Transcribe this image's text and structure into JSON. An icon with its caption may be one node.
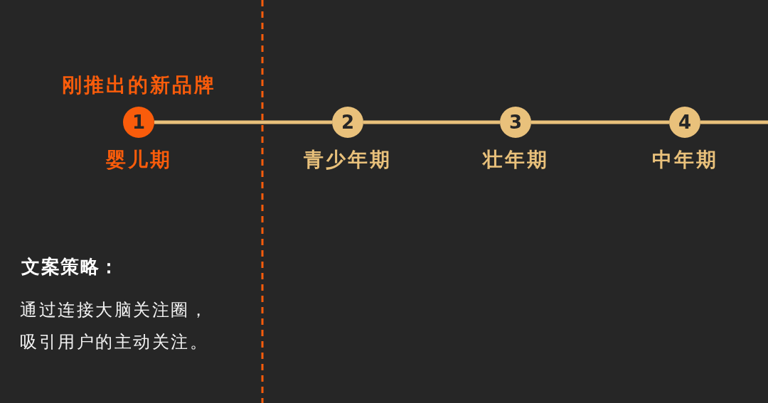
{
  "diagram": {
    "nodes": [
      {
        "text": [
          "1"
        ],
        "beside": [
          "刚推出的新品牌",
          "婴儿期"
        ]
      },
      {
        "text": [
          "2"
        ],
        "beside": [
          "青少年期"
        ]
      },
      {
        "text": [
          "3"
        ],
        "beside": [
          "壮年期"
        ]
      },
      {
        "text": [
          "4"
        ],
        "beside": [
          "中年期"
        ]
      }
    ],
    "edges": [
      {
        "from": 0,
        "to": 1,
        "arrow": "none"
      },
      {
        "from": 1,
        "to": 2,
        "arrow": "none"
      },
      {
        "from": 2,
        "to": 3,
        "arrow": "none"
      },
      {
        "from": 3,
        "to": null,
        "arrow": "none"
      }
    ],
    "labels": [
      "文案策略：",
      "通过连接大脑关注圈，吸引用户的主动关注。"
    ]
  }
}
